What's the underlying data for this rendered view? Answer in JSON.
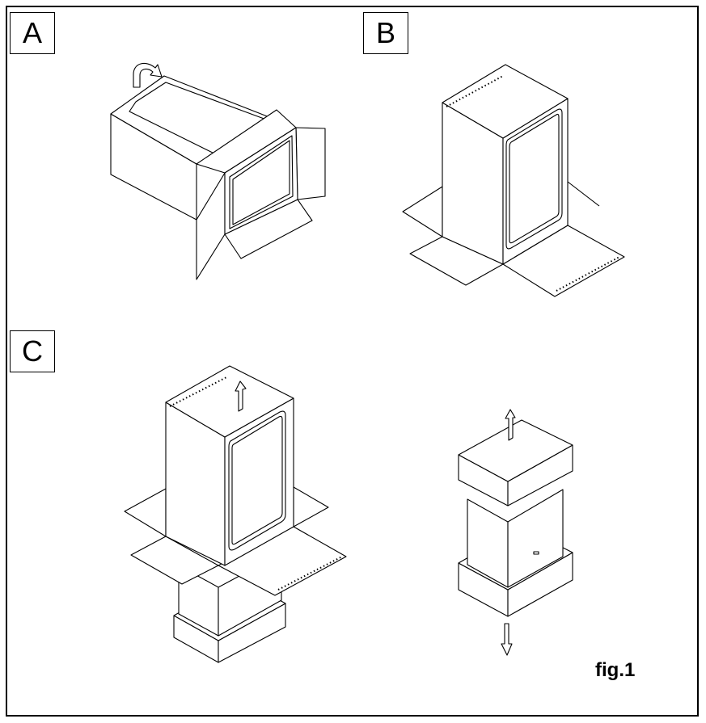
{
  "panels": {
    "a": "A",
    "b": "B",
    "c": "C"
  },
  "caption": "fig.1",
  "colors": {
    "line": "#000000",
    "background": "#ffffff"
  }
}
